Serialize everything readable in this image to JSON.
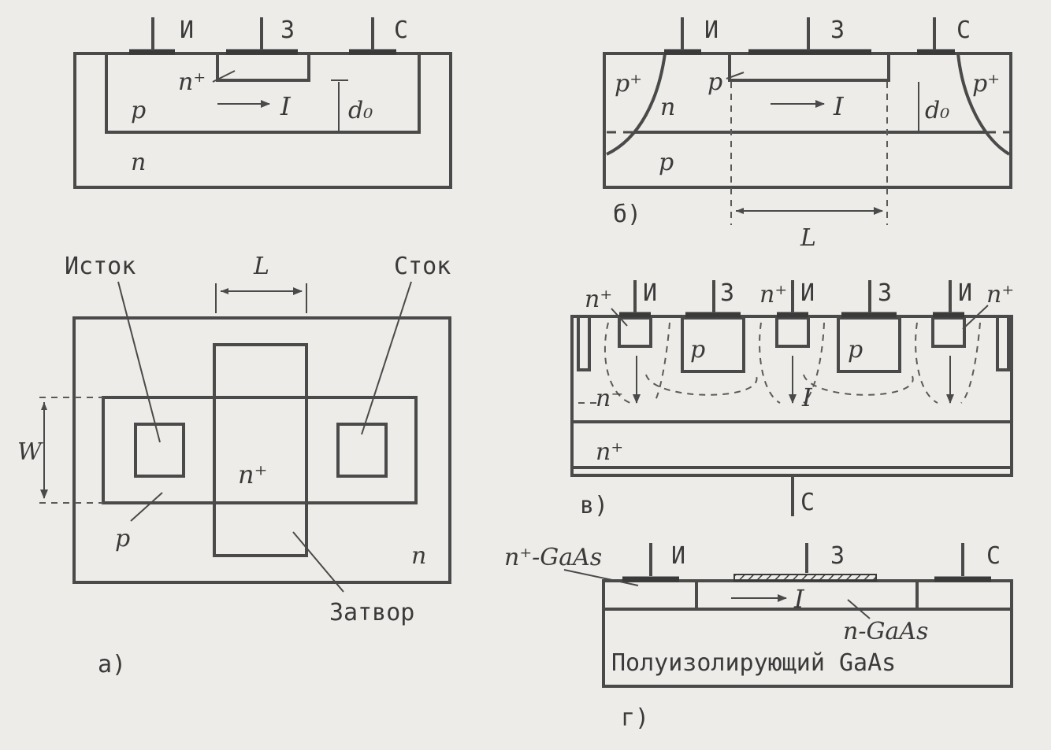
{
  "fig_a_top": {
    "terminals": [
      "И",
      "З",
      "С"
    ],
    "n_plus": "n⁺",
    "p": "p",
    "n": "n",
    "arrow_i": "I",
    "d0": "d₀"
  },
  "fig_b": {
    "terminals": [
      "И",
      "З",
      "С"
    ],
    "p_plus_left": "p⁺",
    "p_plus_right": "p⁺",
    "p_inner": "p",
    "n": "n",
    "p_bottom": "p",
    "arrow_i": "I",
    "d0": "d₀",
    "label": "б)",
    "L": "L"
  },
  "fig_a_plan": {
    "source": "Исток",
    "drain": "Сток",
    "gate": "Затвор",
    "L": "L",
    "W": "W",
    "n_plus": "n⁺",
    "p": "p",
    "n": "n",
    "label": "а)"
  },
  "fig_v": {
    "top_labels": [
      "n⁺",
      "И",
      "З",
      "n⁺",
      "И",
      "З",
      "И",
      "n⁺"
    ],
    "p1": "p",
    "p2": "p",
    "n_minus": "n⁻",
    "arrow_i": "I",
    "n_plus_bottom": "n⁺",
    "drain_terminal": "С",
    "label": "в)"
  },
  "fig_g": {
    "n_plus_gaas": "n⁺-GaAs",
    "terminals": [
      "И",
      "З",
      "С"
    ],
    "arrow_i": "I",
    "n_gaas": "n-GaAs",
    "substrate": "Полуизолирующий GaAs",
    "label": "г)"
  }
}
